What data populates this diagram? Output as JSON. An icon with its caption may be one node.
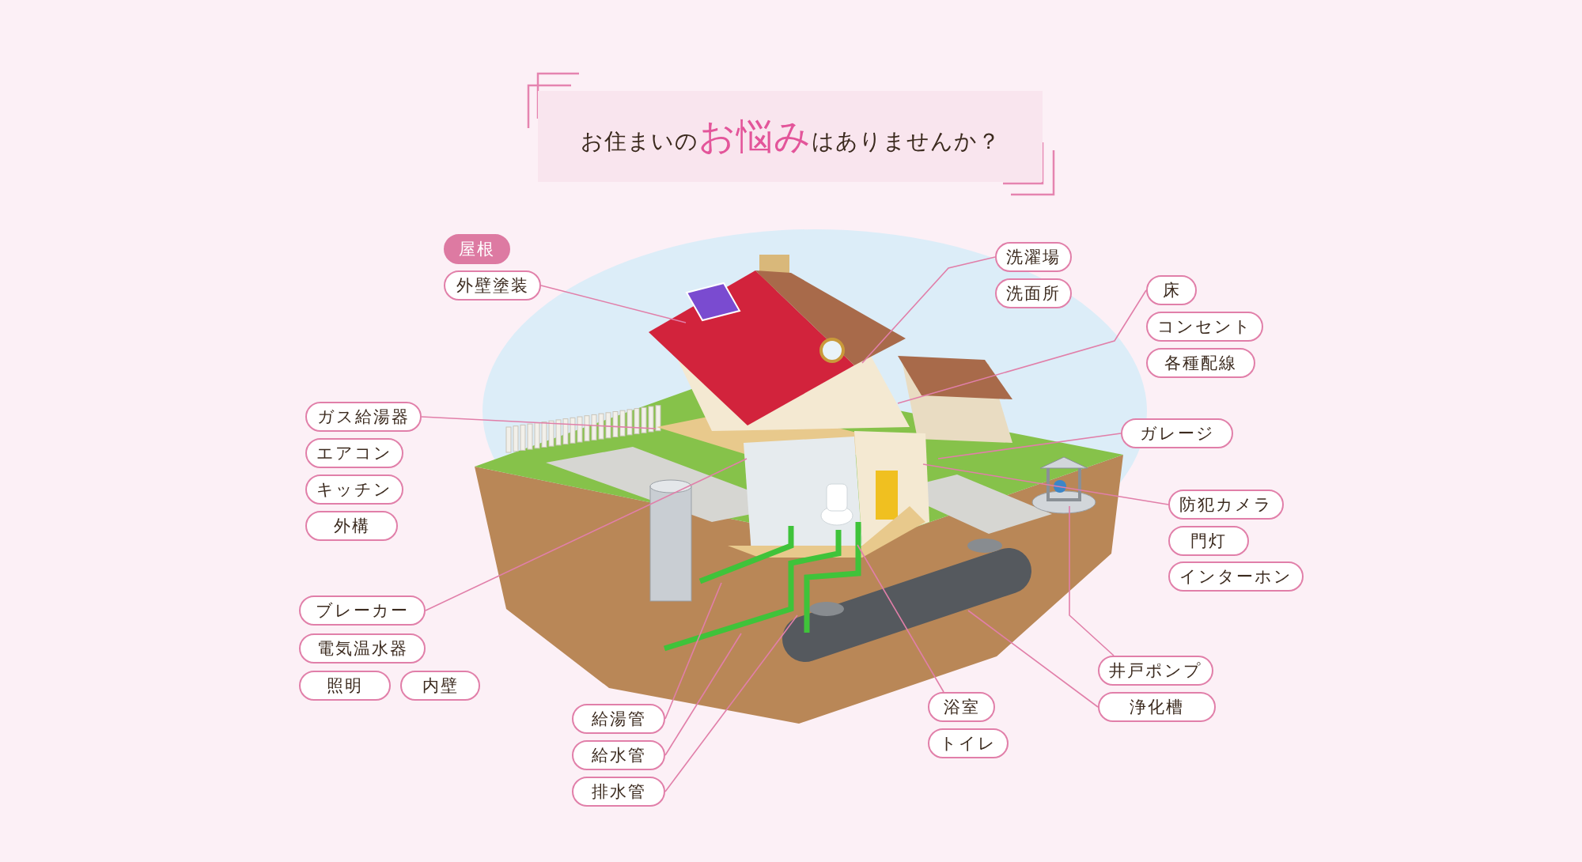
{
  "diagram": {
    "title": "お住まいの**お悩み**はありませんか？",
    "nodes": [
      {
        "text": [
          "屋根"
        ]
      },
      {
        "text": [
          "外壁塗装"
        ]
      },
      {
        "text": [
          "洗濯場"
        ]
      },
      {
        "text": [
          "洗面所"
        ]
      },
      {
        "text": [
          "床"
        ]
      },
      {
        "text": [
          "コンセント"
        ]
      },
      {
        "text": [
          "各種配線"
        ]
      },
      {
        "text": [
          "ガス給湯器"
        ]
      },
      {
        "text": [
          "エアコン"
        ]
      },
      {
        "text": [
          "キッチン"
        ]
      },
      {
        "text": [
          "外構"
        ]
      },
      {
        "text": [
          "ガレージ"
        ]
      },
      {
        "text": [
          "防犯カメラ"
        ]
      },
      {
        "text": [
          "門灯"
        ]
      },
      {
        "text": [
          "インターホン"
        ]
      },
      {
        "text": [
          "ブレーカー"
        ]
      },
      {
        "text": [
          "電気温水器"
        ]
      },
      {
        "text": [
          "照明"
        ]
      },
      {
        "text": [
          "内壁"
        ]
      },
      {
        "text": [
          "井戸ポンプ"
        ]
      },
      {
        "text": [
          "浄化槽"
        ]
      },
      {
        "text": [
          "浴室"
        ]
      },
      {
        "text": [
          "トイレ"
        ]
      },
      {
        "text": [
          "給湯管"
        ]
      },
      {
        "text": [
          "給水管"
        ]
      },
      {
        "text": [
          "排水管"
        ]
      }
    ],
    "edges": [
      {
        "from": 1,
        "to": null,
        "arrow": "none"
      },
      {
        "from": 2,
        "to": null,
        "arrow": "none"
      },
      {
        "from": 4,
        "to": null,
        "arrow": "none"
      },
      {
        "from": 7,
        "to": null,
        "arrow": "none"
      },
      {
        "from": 11,
        "to": null,
        "arrow": "none"
      },
      {
        "from": 12,
        "to": null,
        "arrow": "none"
      },
      {
        "from": 15,
        "to": null,
        "arrow": "none"
      },
      {
        "from": 19,
        "to": null,
        "arrow": "none"
      },
      {
        "from": 20,
        "to": null,
        "arrow": "none"
      },
      {
        "from": 21,
        "to": null,
        "arrow": "none"
      },
      {
        "from": 23,
        "to": null,
        "arrow": "none"
      },
      {
        "from": 24,
        "to": null,
        "arrow": "none"
      },
      {
        "from": 25,
        "to": null,
        "arrow": "none"
      }
    ]
  }
}
